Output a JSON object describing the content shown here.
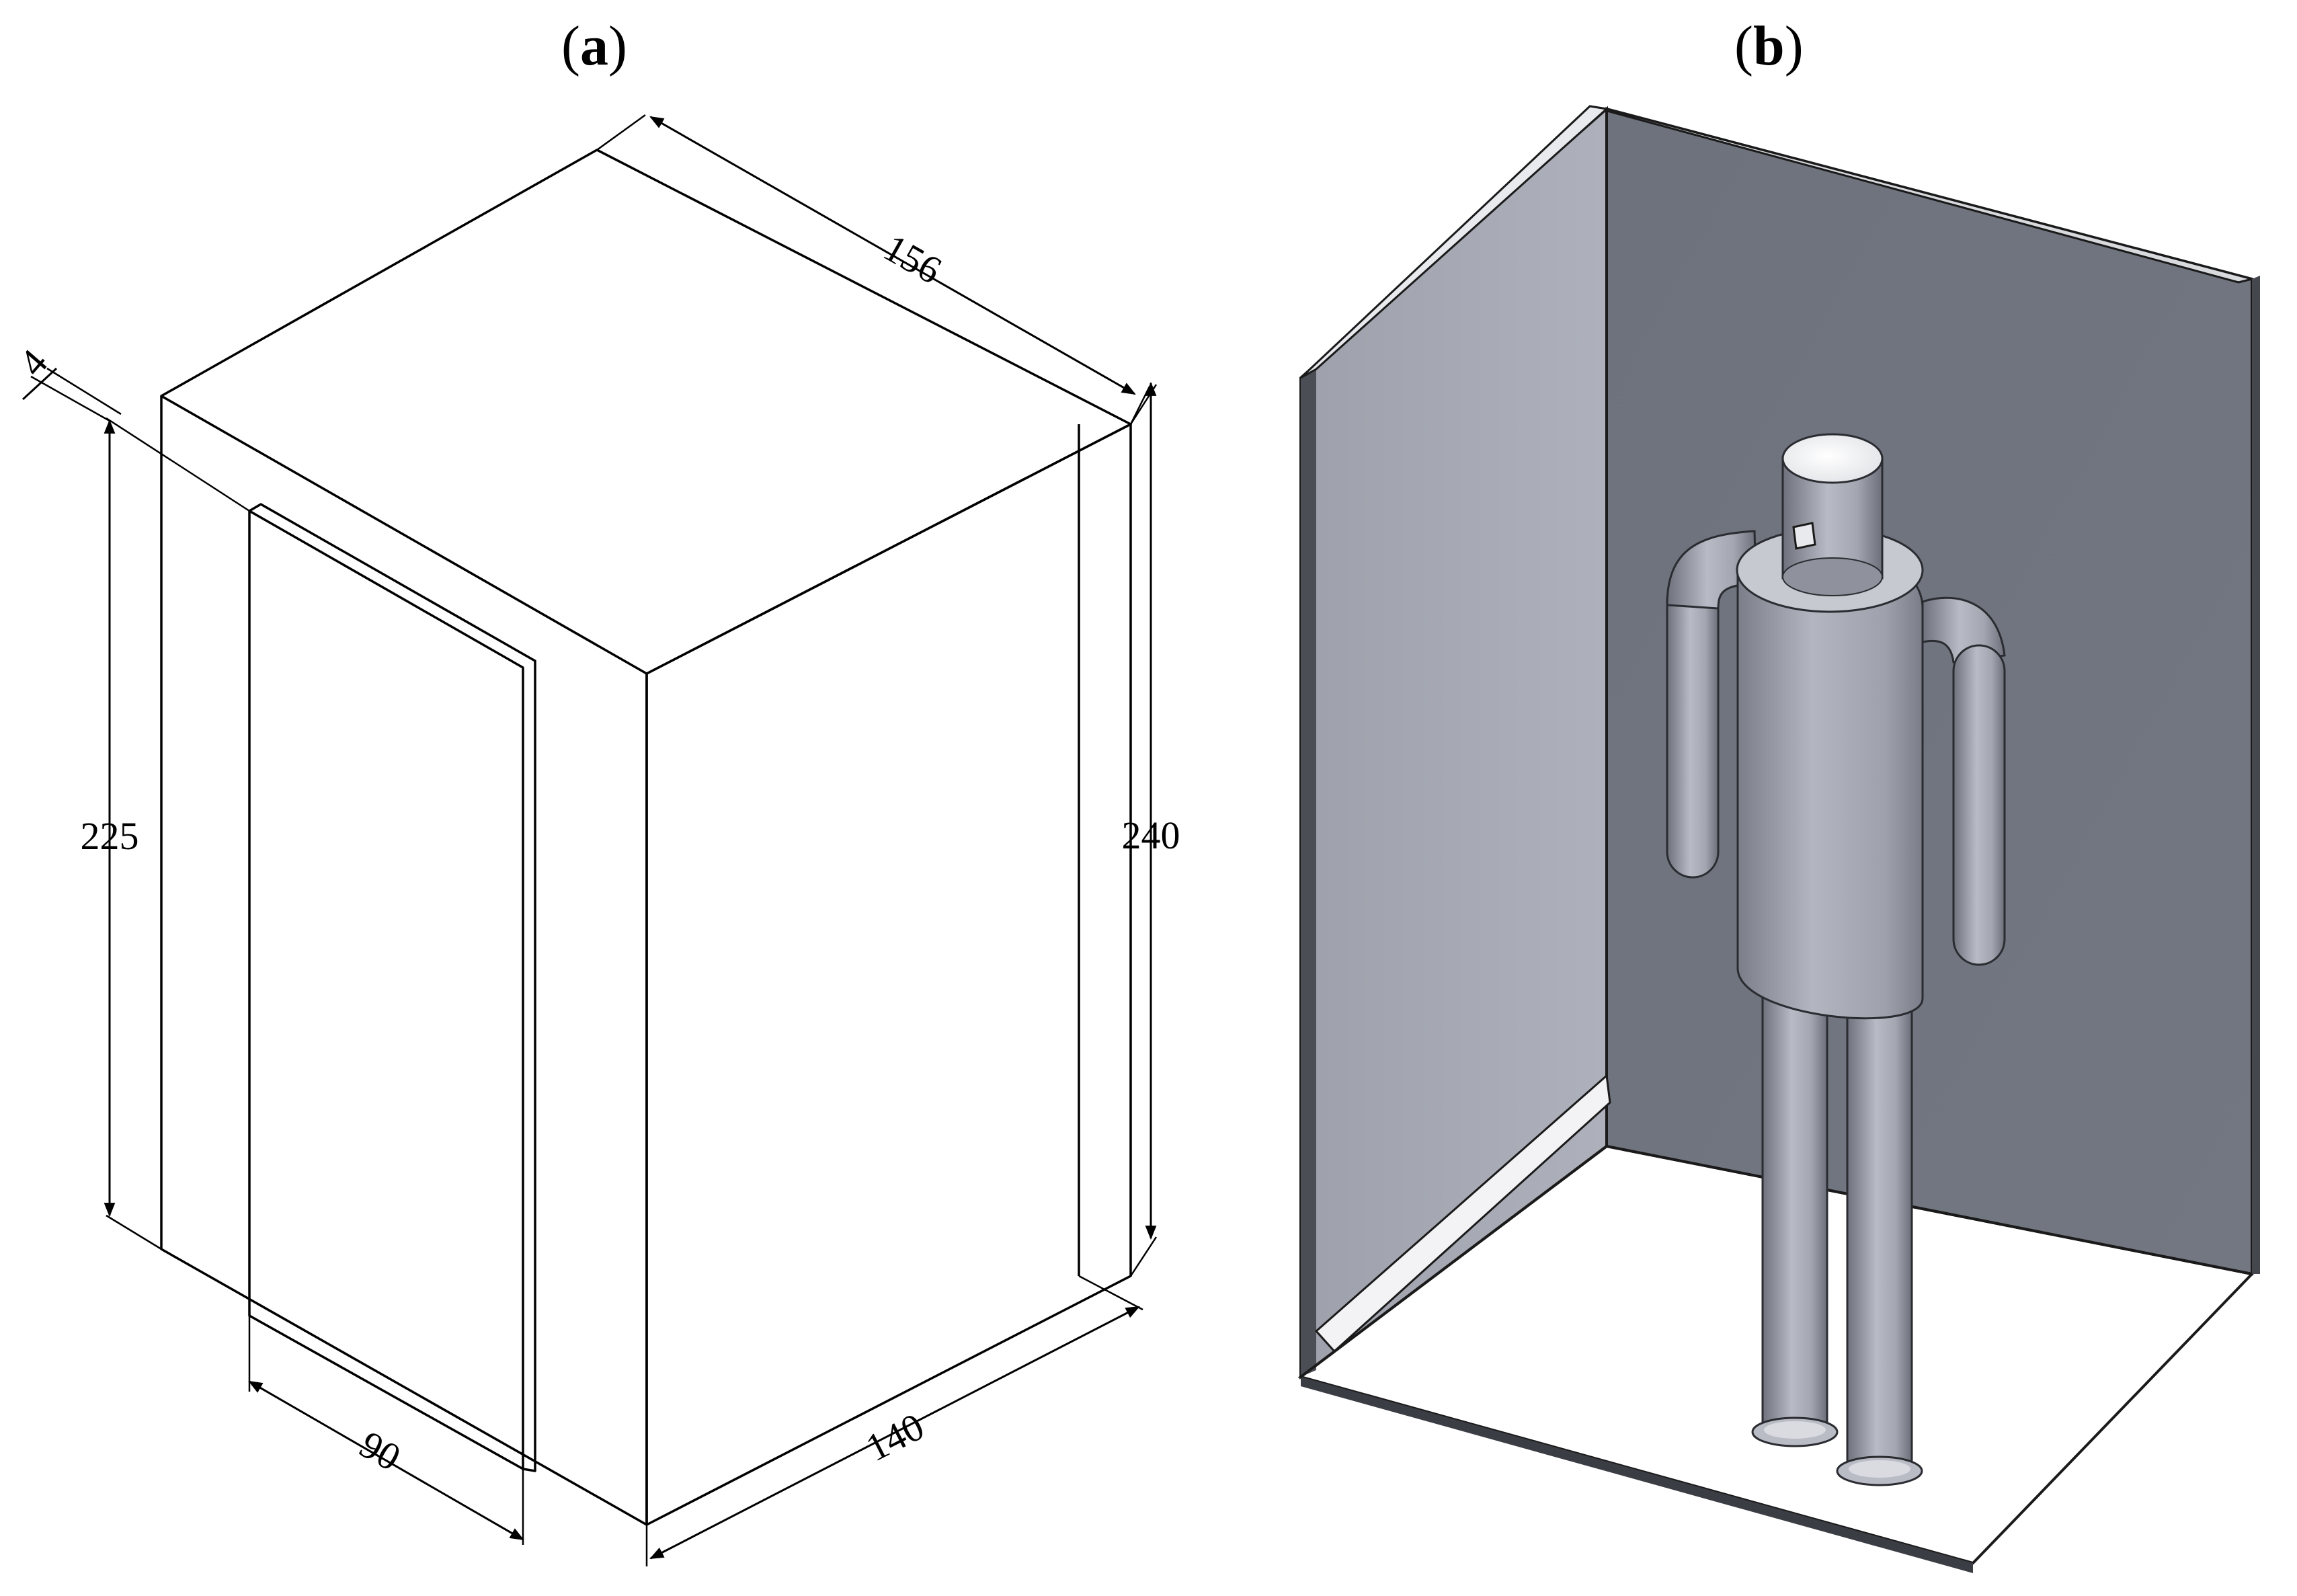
{
  "panels": {
    "a": {
      "open": "(",
      "letter": "a",
      "close": ")"
    },
    "b": {
      "open": "(",
      "letter": "b",
      "close": ")"
    }
  },
  "dimensions": {
    "top_depth": "156",
    "door_thickness": "4",
    "door_height": "225",
    "room_height": "240",
    "door_width": "90",
    "room_width": "140"
  },
  "colors": {
    "line": "#000000",
    "back_wall": "#6f737d",
    "left_wall": "#a7aab4",
    "floor": "#ffffff",
    "mannequin": "#a6a9b3"
  }
}
